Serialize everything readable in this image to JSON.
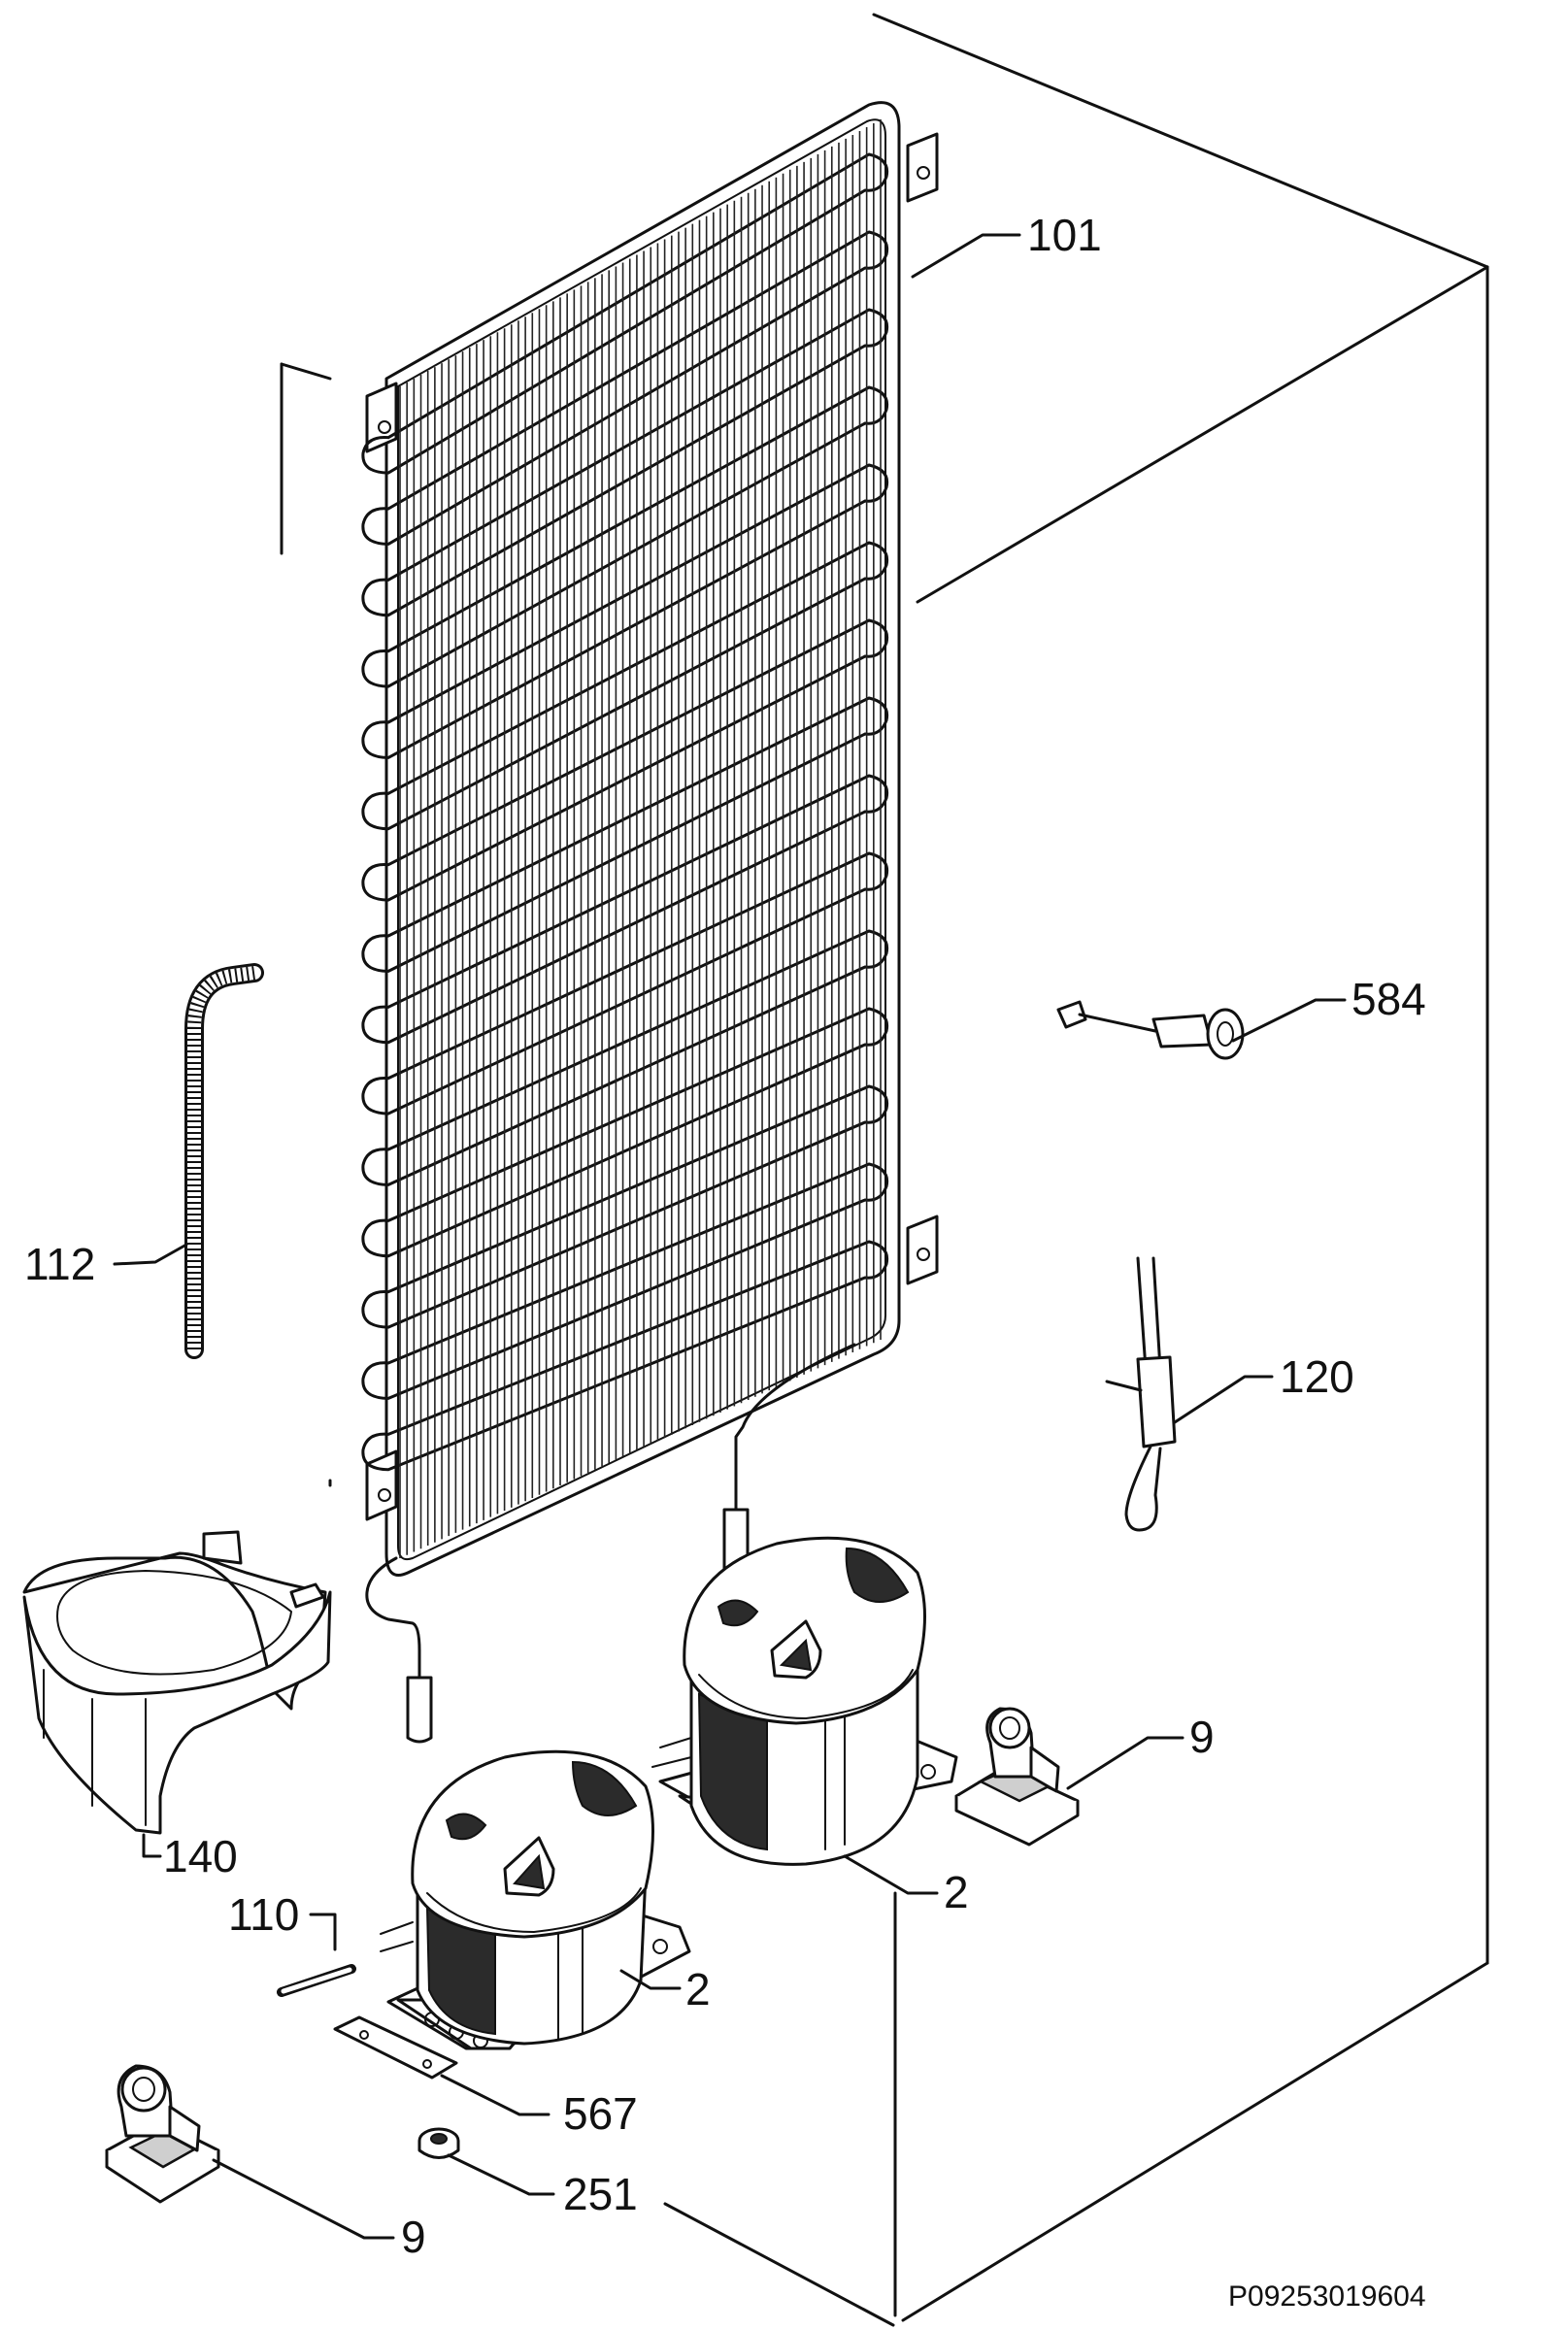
{
  "labels": {
    "condenser": "101",
    "drain_hose": "112",
    "thermostat_sensor": "584",
    "relay_wiring": "120",
    "compressor_right": "2",
    "compressor_left": "2",
    "clamp_right": "9",
    "clamp_left": "9",
    "drip_tray": "140",
    "filler_pipe": "110",
    "mounting_plate": "567",
    "grommet": "251"
  },
  "drawing_code": "P09253019604"
}
